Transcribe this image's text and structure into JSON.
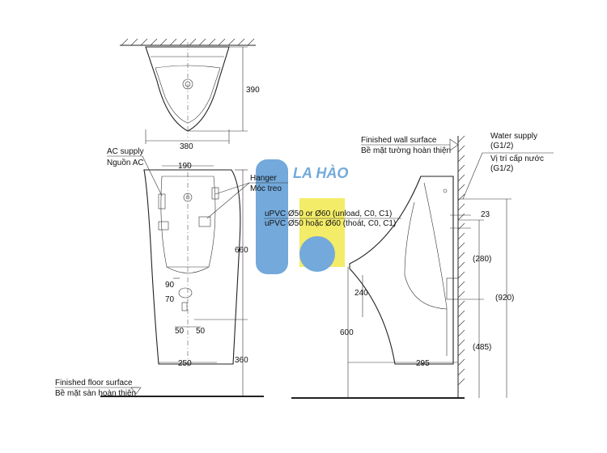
{
  "brand": {
    "logo_text": "LA HÀO",
    "blue": "#5b9bd5",
    "yellow": "#f2e94e"
  },
  "labels": {
    "ac_supply": "AC supply",
    "ac_supply_vn": "Nguồn AC",
    "hanger": "Hanger",
    "hanger_vn": "Móc treo",
    "finished_wall": "Finished wall surface",
    "finished_wall_vn": "Bề mặt tường hoàn thiện",
    "water_supply": "Water supply",
    "water_supply_spec": "(G1/2)",
    "water_supply_vn": "Vị trí cấp nước",
    "water_supply_spec_vn": "(G1/2)",
    "drain": "uPVC Ø50 or Ø60 (unload, C0, C1)",
    "drain_vn": "uPVC Ø50 hoặc Ø60 (thoát, C0, C1)",
    "finished_floor": "Finished floor surface",
    "finished_floor_vn": "Bề mặt sàn hoàn thiện"
  },
  "dimensions": {
    "top_depth": "390",
    "top_width": "380",
    "front_inner_width": "190",
    "front_height": "660",
    "front_floor_height": "360",
    "front_base_width": "250",
    "hole_90": "90",
    "hole_70": "70",
    "hole_50_left": "50",
    "hole_50_right": "50",
    "side_23": "23",
    "side_280": "(280)",
    "side_240": "240",
    "side_920": "(920)",
    "side_600": "600",
    "side_485": "(485)",
    "side_295": "295"
  }
}
